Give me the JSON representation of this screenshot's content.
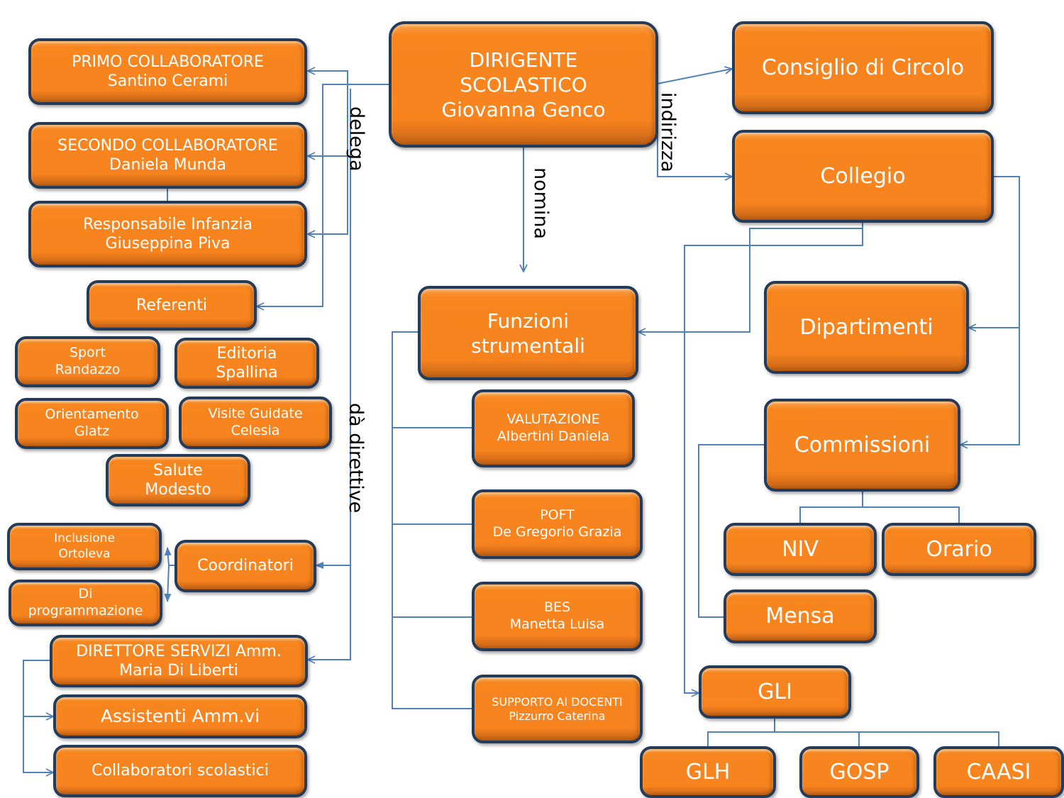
{
  "diagram": {
    "colors": {
      "box_fill": "#f7831e",
      "box_border": "#243c5a",
      "box_text": "#ffffff",
      "connector": "#4f81bd",
      "label_text": "#000000"
    },
    "head": {
      "line1": "DIRIGENTE",
      "line2": "SCOLASTICO",
      "line3": "Giovanna Genco"
    },
    "edge_labels": {
      "delega": "delega",
      "da_direttive": "dà direttive",
      "nomina": "nomina",
      "indirizza": "indirizza"
    },
    "left": {
      "primo": {
        "title": "PRIMO COLLABORATORE",
        "name": "Santino Cerami"
      },
      "secondo": {
        "title": "SECONDO COLLABORATORE",
        "name": "Daniela Munda"
      },
      "infanzia": {
        "title": "Responsabile Infanzia",
        "name": "Giuseppina Piva"
      },
      "referenti": "Referenti",
      "referenti_items": [
        {
          "title": "Sport",
          "name": "Randazzo"
        },
        {
          "title": "Editoria",
          "name": "Spallina"
        },
        {
          "title": "Orientamento",
          "name": "Glatz"
        },
        {
          "title": "Visite Guidate",
          "name": "Celesia"
        },
        {
          "title": "Salute",
          "name": "Modesto"
        }
      ],
      "coordinatori": "Coordinatori",
      "coordinatori_items": [
        {
          "title": "Inclusione",
          "name": "Ortoleva"
        },
        {
          "title": "Di",
          "name": "programmazione"
        }
      ],
      "direttore": {
        "title": "DIRETTORE SERVIZI Amm.",
        "name": "Maria Di Liberti"
      },
      "assistenti": "Assistenti Amm.vi",
      "collaboratori": "Collaboratori scolastici"
    },
    "center": {
      "funzioni": {
        "line1": "Funzioni",
        "line2": "strumentali"
      },
      "funzioni_items": [
        {
          "title": "VALUTAZIONE",
          "name": "Albertini  Daniela"
        },
        {
          "title": "POFT",
          "name": " De Gregorio Grazia"
        },
        {
          "title": "BES",
          "name": "Manetta Luisa"
        },
        {
          "title": "SUPPORTO AI DOCENTI",
          "name": "Pizzurro  Caterina"
        }
      ]
    },
    "right": {
      "consiglio": "Consiglio di Circolo",
      "collegio": "Collegio",
      "dipartimenti": "Dipartimenti",
      "commissioni": "Commissioni",
      "commissioni_items": [
        "NIV",
        "Orario",
        "Mensa"
      ],
      "gli": "GLI",
      "gli_items": [
        "GLH",
        "GOSP",
        "CAASI"
      ]
    }
  }
}
